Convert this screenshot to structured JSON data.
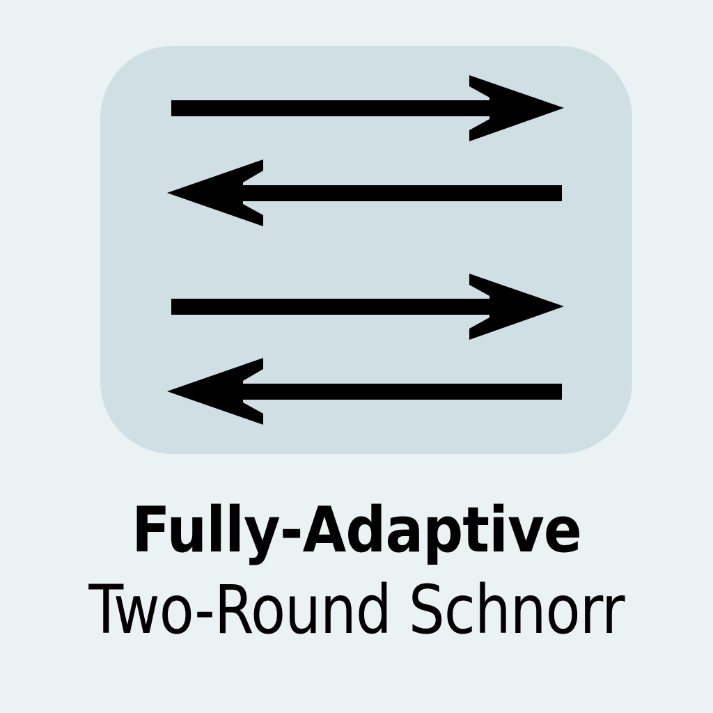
{
  "logo": {
    "title": "Fully-Adaptive",
    "subtitle": "Two-Round Schnorr",
    "icon": "bidirectional-arrows-icon",
    "colors": {
      "page_background": "#eaf2f4",
      "card_background": "#cfdfe4",
      "arrow": "#000000",
      "text": "#000000"
    },
    "arrows": [
      {
        "direction": "right",
        "name": "arrow-right-1"
      },
      {
        "direction": "left",
        "name": "arrow-left-1"
      },
      {
        "direction": "right",
        "name": "arrow-right-2"
      },
      {
        "direction": "left",
        "name": "arrow-left-2"
      }
    ]
  }
}
